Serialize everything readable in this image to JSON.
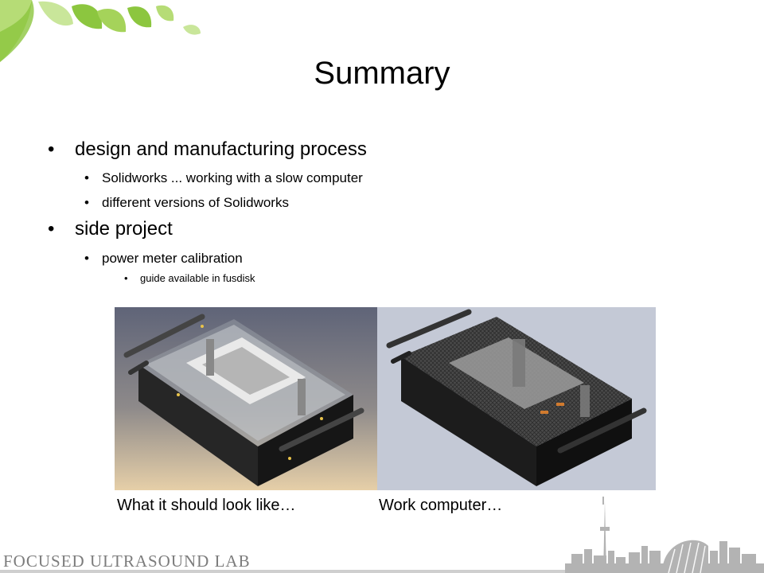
{
  "slide": {
    "title": "Summary",
    "bullets": [
      {
        "text": "design and manufacturing process",
        "children": [
          {
            "text": "Solidworks ... working with a slow computer"
          },
          {
            "text": "different versions of Solidworks"
          }
        ]
      },
      {
        "text": "side project",
        "children": [
          {
            "text": "power meter calibration",
            "children": [
              {
                "text": "guide available in fusdisk"
              }
            ]
          }
        ]
      }
    ],
    "images": [
      {
        "caption": "What it should look like…"
      },
      {
        "caption": "Work computer…"
      }
    ],
    "footer": {
      "lab_name": "FOCUSED ULTRASOUND LAB"
    },
    "colors": {
      "leaf_green": "#8cc63f",
      "footer_gray": "#7c7c7c",
      "render_bg_right": "#c4c9d6"
    }
  }
}
